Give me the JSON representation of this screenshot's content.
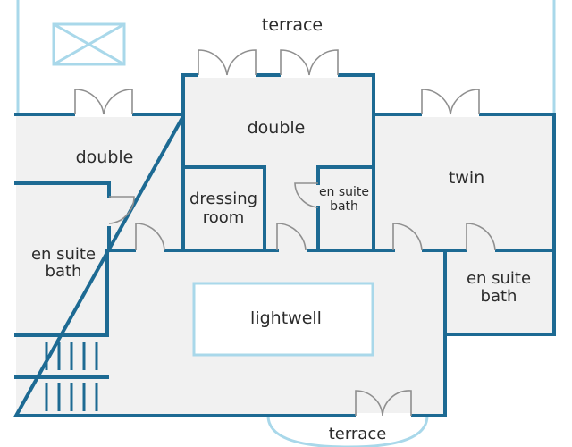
{
  "colors": {
    "wall": "#1d6a93",
    "terrace_line": "#a9d8ea",
    "floor": "#f1f1f1",
    "door": "#8f8f8f",
    "text": "#2b2b2b"
  },
  "rooms": {
    "terrace_top": "terrace",
    "double_left": "double",
    "double_center": "double",
    "dressing_room_line1": "dressing",
    "dressing_room_line2": "room",
    "ensuite_small_line1": "en suite",
    "ensuite_small_line2": "bath",
    "twin": "twin",
    "ensuite_left_line1": "en suite",
    "ensuite_left_line2": "bath",
    "ensuite_right_line1": "en suite",
    "ensuite_right_line2": "bath",
    "lightwell": "lightwell",
    "terrace_bottom": "terrace"
  },
  "icons": {
    "skylight": "skylight-icon",
    "stairs": "stairs-icon",
    "door": "door-swing-icon"
  }
}
